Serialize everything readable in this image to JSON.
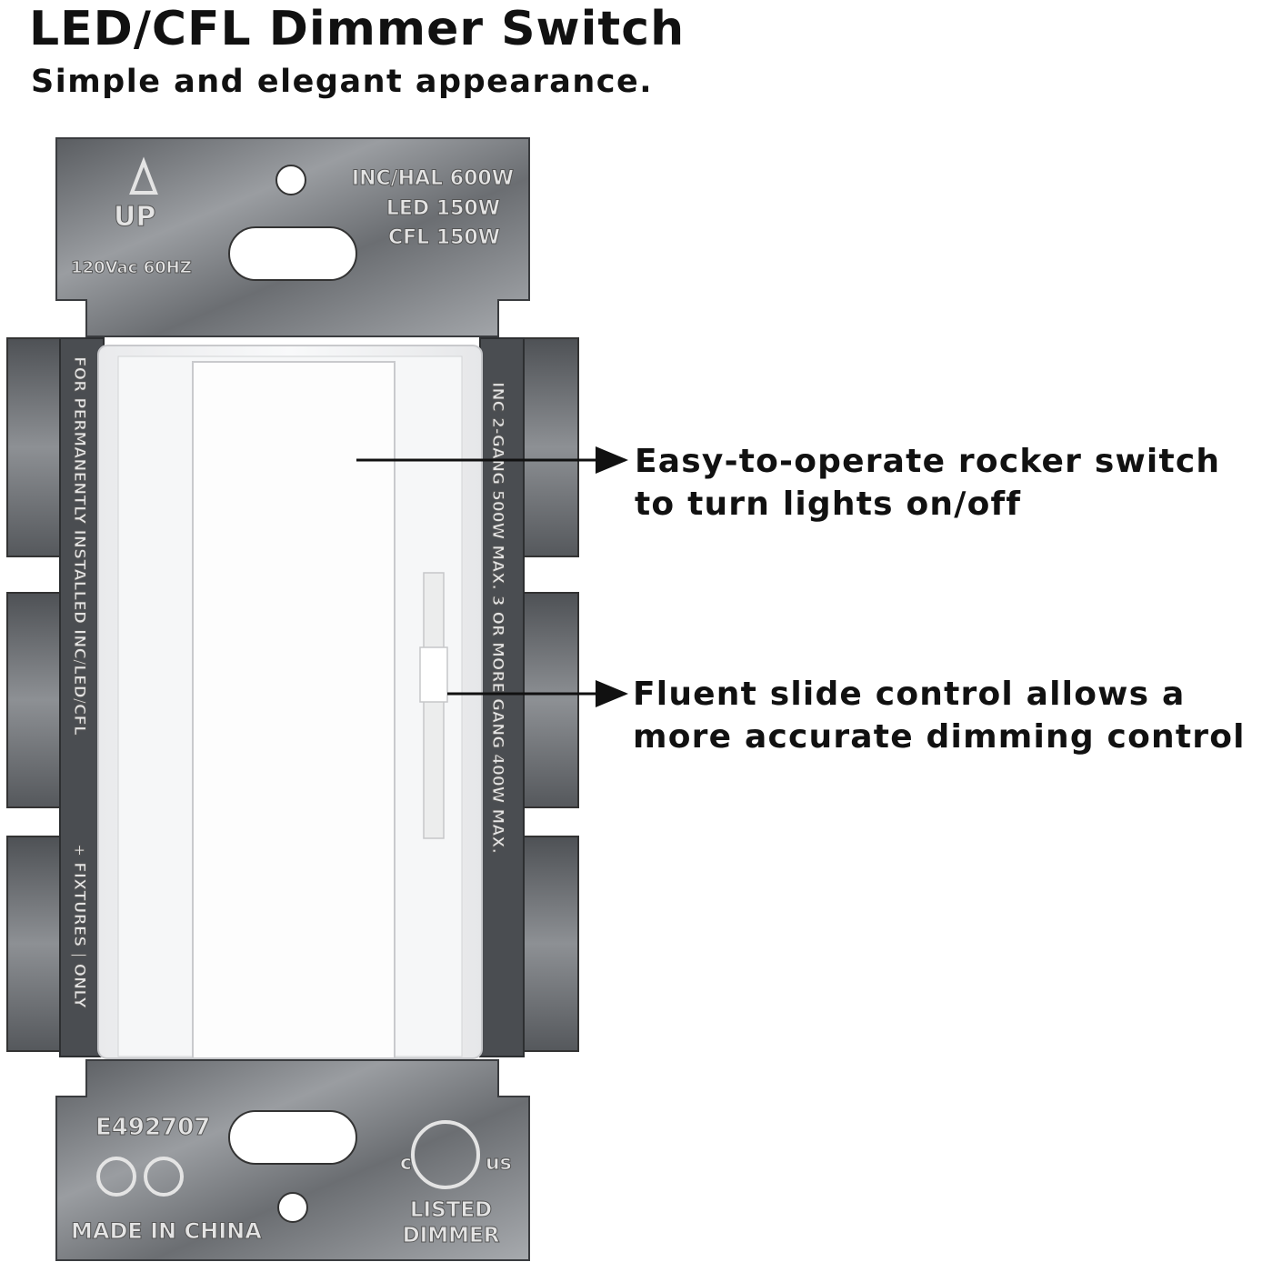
{
  "header": {
    "title": "LED/CFL Dimmer Switch",
    "subtitle": "Simple and elegant appearance."
  },
  "callouts": {
    "rocker": {
      "line1": "Easy-to-operate rocker switch",
      "line2": "to turn lights on/off"
    },
    "slider": {
      "line1": "Fluent slide control allows a",
      "line2": "more accurate dimming control"
    }
  },
  "device": {
    "top_strap": {
      "up_label": "UP",
      "ratings": [
        "INC/HAL 600W",
        "LED 150W",
        "CFL 150W"
      ],
      "voltage": "120Vac 60HZ"
    },
    "left_rail_text": "FOR PERMANENTLY INSTALLED INC/LED/CFL",
    "left_rail_text_2": "+ FIXTURES | ONLY",
    "right_rail_text": "INC 2-GANG 500W MAX. 3 OR MORE GANG 400W MAX.",
    "bottom_strap": {
      "code": "E492707",
      "origin": "MADE IN CHINA",
      "listing": [
        "LISTED",
        "DIMMER"
      ],
      "cert_left": "c",
      "cert_right": "us"
    }
  },
  "colors": {
    "metal": "#8a8d91",
    "metal_dark": "#4c4f53",
    "body": "#f4f5f6",
    "text": "#111111"
  }
}
